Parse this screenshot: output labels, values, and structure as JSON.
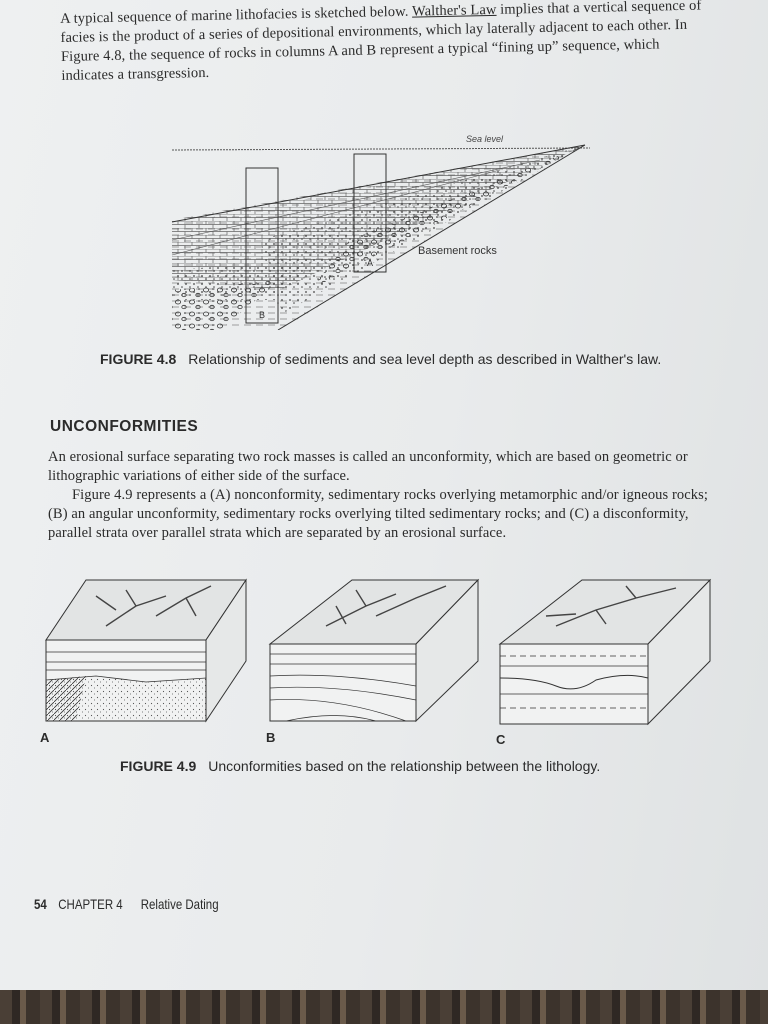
{
  "intro_paragraph": {
    "before_link": "A typical sequence of marine lithofacies is sketched below. ",
    "link": "Walther's Law",
    "after_link": " implies that a vertical sequence of facies is the product of a series of depositional environments, which lay laterally adjacent to each other. In Figure 4.8, the sequence of rocks in columns A and B represent a typical “fining up” sequence, which indicates a transgression."
  },
  "figure_4_8": {
    "sea_level_label": "Sea level",
    "basement_label": "Basement rocks",
    "column_a": "A",
    "column_b": "B",
    "caption_number": "FIGURE 4.8",
    "caption_text": "Relationship of sediments and sea level depth as described in Walther's law."
  },
  "section_heading": "UNCONFORMITIES",
  "para_definition": "An erosional surface separating two rock masses is called an unconformity, which are based on geometric or lithographic variations of either side of the surface.",
  "para_types": "Figure 4.9 represents a (A) nonconformity, sedimentary rocks overlying metamorphic and/or igneous rocks; (B) an angular unconformity, sedimentary rocks overlying tilted sedimentary rocks; and (C) a disconformity, parallel strata over parallel strata which are separated by an erosional surface.",
  "figure_4_9": {
    "label_a": "A",
    "label_b": "B",
    "label_c": "C",
    "caption_number": "FIGURE 4.9",
    "caption_text": "Unconformities based on the relationship between the lithology."
  },
  "footer": {
    "page_number": "54",
    "chapter": "CHAPTER 4",
    "title": "Relative Dating"
  }
}
